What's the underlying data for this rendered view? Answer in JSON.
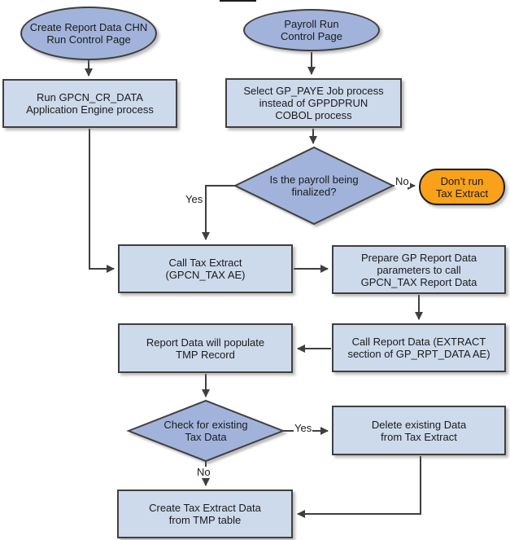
{
  "colors": {
    "rect_fill": "#CDDAEC",
    "ellipse_diamond_fill": "#A2B3DB",
    "terminator_fill": "#F9A11B",
    "border": "#3f3f3f",
    "connector": "#3f3f3f",
    "text": "#1a1a1a",
    "background": "#ffffff"
  },
  "nodes": {
    "create_report_page": {
      "type": "ellipse",
      "label": "Create Report Data CHN\nRun Control Page"
    },
    "payroll_run_page": {
      "type": "ellipse",
      "label": "Payroll Run\nControl Page"
    },
    "run_gpcn_cr_data": {
      "type": "process",
      "label": "Run GPCN_CR_DATA\nApplication Engine process"
    },
    "select_gp_paye": {
      "type": "process",
      "label": "Select GP_PAYE Job process\ninstead of GPPDPRUN\nCOBOL process"
    },
    "is_payroll_finalized": {
      "type": "decision",
      "label": "Is the payroll being\nfinalized?"
    },
    "dont_run_tax_extract": {
      "type": "terminator",
      "label": "Don’t run\nTax Extract"
    },
    "call_tax_extract": {
      "type": "process",
      "label": "Call Tax Extract\n(GPCN_TAX AE)"
    },
    "prepare_gp_report_data": {
      "type": "process",
      "label": "Prepare GP Report Data\nparameters to call\nGPCN_TAX Report Data"
    },
    "call_report_data": {
      "type": "process",
      "label": "Call Report Data (EXTRACT\nsection of GP_RPT_DATA AE)"
    },
    "report_data_populate": {
      "type": "process",
      "label": "Report Data will populate\nTMP Record"
    },
    "check_existing_tax": {
      "type": "decision",
      "label": "Check for existing\nTax Data"
    },
    "delete_existing_data": {
      "type": "process",
      "label": "Delete existing Data\nfrom Tax Extract"
    },
    "create_tax_extract_data": {
      "type": "process",
      "label": "Create Tax Extract Data\nfrom TMP table"
    }
  },
  "edge_labels": {
    "finalized_yes": "Yes",
    "finalized_no": "No",
    "existing_yes": "Yes",
    "existing_no": "No"
  }
}
